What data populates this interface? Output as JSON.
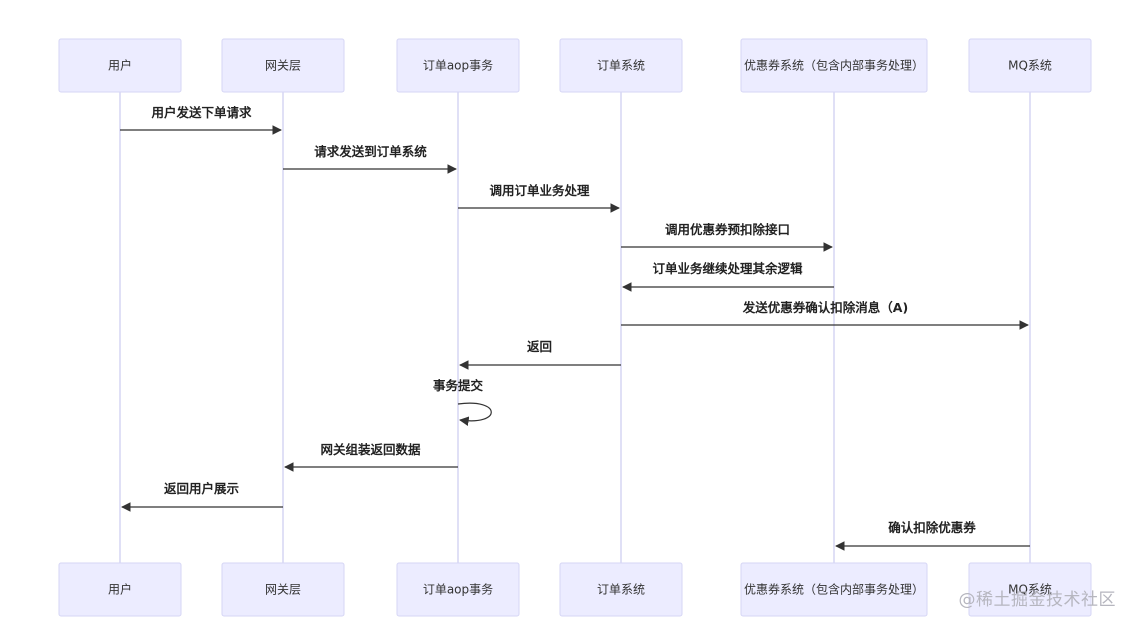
{
  "participants": [
    {
      "id": "user",
      "label": "用户"
    },
    {
      "id": "gateway",
      "label": "网关层"
    },
    {
      "id": "order-aop",
      "label": "订单aop事务"
    },
    {
      "id": "order-system",
      "label": "订单系统"
    },
    {
      "id": "coupon-system",
      "label": "优惠券系统（包含内部事务处理）"
    },
    {
      "id": "mq-system",
      "label": "MQ系统"
    }
  ],
  "messages": [
    {
      "from": "user",
      "to": "gateway",
      "label": "用户发送下单请求"
    },
    {
      "from": "gateway",
      "to": "order-aop",
      "label": "请求发送到订单系统"
    },
    {
      "from": "order-aop",
      "to": "order-system",
      "label": "调用订单业务处理"
    },
    {
      "from": "order-system",
      "to": "coupon-system",
      "label": "调用优惠券预扣除接口"
    },
    {
      "from": "coupon-system",
      "to": "order-system",
      "label": "订单业务继续处理其余逻辑"
    },
    {
      "from": "order-system",
      "to": "mq-system",
      "label": "发送优惠券确认扣除消息（A)"
    },
    {
      "from": "order-system",
      "to": "order-aop",
      "label": "返回"
    },
    {
      "from": "order-aop",
      "to": "order-aop",
      "label": "事务提交"
    },
    {
      "from": "order-aop",
      "to": "gateway",
      "label": "网关组装返回数据"
    },
    {
      "from": "gateway",
      "to": "user",
      "label": "返回用户展示"
    },
    {
      "from": "mq-system",
      "to": "coupon-system",
      "label": "确认扣除优惠券"
    }
  ],
  "watermark": "@稀土掘金技术社区",
  "colors": {
    "actor_fill": "#ececff",
    "actor_border": "#d6d6f5",
    "lifeline": "#ccccf0",
    "arrow": "#333333",
    "text": "#222222",
    "watermark": "#b6b6bf"
  }
}
